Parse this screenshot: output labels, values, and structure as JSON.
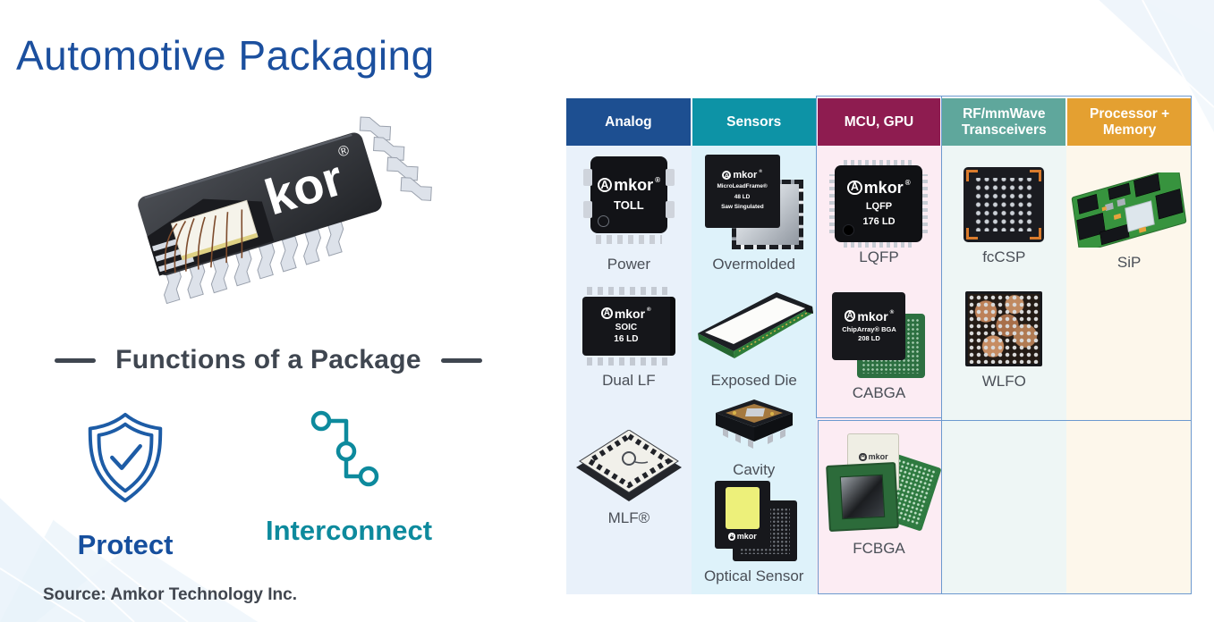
{
  "page": {
    "title": "Automotive Packaging",
    "source": "Source: Amkor Technology Inc."
  },
  "hero_chip": {
    "brand_fragment": "kor",
    "reg": "®"
  },
  "brand": {
    "letter": "A",
    "word": "mkor",
    "reg": "®"
  },
  "functions": {
    "heading": "Functions of a Package",
    "protect_label": "Protect",
    "interconnect_label": "Interconnect"
  },
  "colors": {
    "title": "#1b4f9e",
    "heading_gray": "#3f4650",
    "protect": "#164f9e",
    "interconnect": "#0d8a9d",
    "header_analog": "#1d4f91",
    "header_sensors": "#0d93a6",
    "header_mcu_gpu": "#8e1c50",
    "header_rf_mmwave": "#5fa79c",
    "header_processor_memory": "#e4a031",
    "body_analog": "#e9f1fa",
    "body_sensors": "#def2fa",
    "body_mcu_gpu": "#fcecf3",
    "body_rf_mmwave": "#eef6f5",
    "body_processor_memory": "#fdf7eb",
    "highlight_border": "#6c99cf"
  },
  "table": {
    "columns": [
      {
        "header": "Analog",
        "items": [
          {
            "label": "Power"
          },
          {
            "label": "Dual LF"
          },
          {
            "label": "MLF®"
          }
        ]
      },
      {
        "header": "Sensors",
        "items": [
          {
            "label": "Overmolded"
          },
          {
            "label": "Exposed Die"
          },
          {
            "label": "Cavity"
          },
          {
            "label": "Optical Sensor"
          }
        ]
      },
      {
        "header": "MCU, GPU",
        "items": [
          {
            "label": "LQFP"
          },
          {
            "label": "CABGA"
          },
          {
            "label": "FCBGA"
          }
        ]
      },
      {
        "header": "RF/mmWave Transceivers",
        "items": [
          {
            "label": "fcCSP"
          },
          {
            "label": "WLFO"
          }
        ]
      },
      {
        "header": "Processor + Memory",
        "items": [
          {
            "label": "SiP"
          }
        ]
      }
    ]
  },
  "chips": {
    "toll": {
      "name": "TOLL"
    },
    "soic": {
      "line1": "SOIC",
      "line2": "16 LD"
    },
    "overmolded": {
      "line1": "MicroLeadFrame®",
      "line2": "48 LD",
      "line3": "Saw Singulated"
    },
    "lqfp": {
      "line1": "LQFP",
      "line2": "176 LD"
    },
    "cabga": {
      "line1": "ChipArray® BGA",
      "line2": "208 LD"
    },
    "fcbga": {
      "name": "FCBGA"
    }
  }
}
